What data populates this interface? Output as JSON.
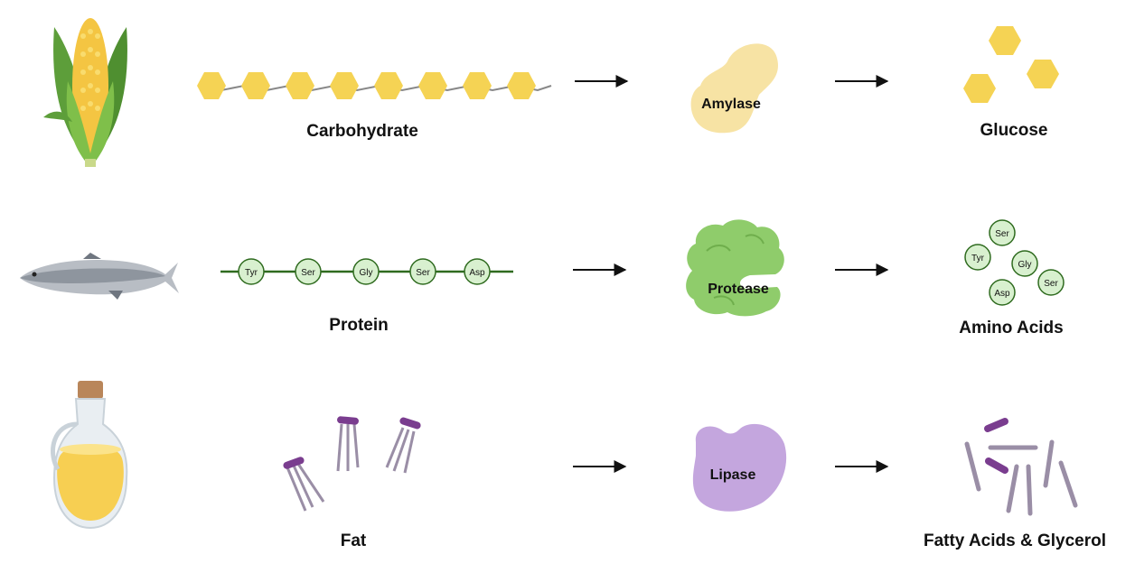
{
  "rows": [
    {
      "food": "corn-icon",
      "substrate_label": "Carbohydrate",
      "enzyme_label": "Amylase",
      "product_label": "Glucose",
      "colors": {
        "sugar": "#f5d354",
        "enzyme": "#f7e3a4"
      }
    },
    {
      "food": "fish-icon",
      "substrate_label": "Protein",
      "enzyme_label": "Protease",
      "product_label": "Amino Acids",
      "chain_residues": [
        "Tyr",
        "Ser",
        "Gly",
        "Ser",
        "Asp"
      ],
      "product_residues": [
        "Ser",
        "Tyr",
        "Gly",
        "Ser",
        "Asp"
      ],
      "colors": {
        "residue": "#d8f0cf",
        "chain": "#2f6b1f",
        "enzyme": "#8fcc6b"
      }
    },
    {
      "food": "oil-bottle-icon",
      "substrate_label": "Fat",
      "enzyme_label": "Lipase",
      "product_label": "Fatty Acids & Glycerol",
      "colors": {
        "lipid_head": "#7a3d8f",
        "lipid_tail": "#9a8ea6",
        "enzyme": "#c4a6de"
      }
    }
  ]
}
